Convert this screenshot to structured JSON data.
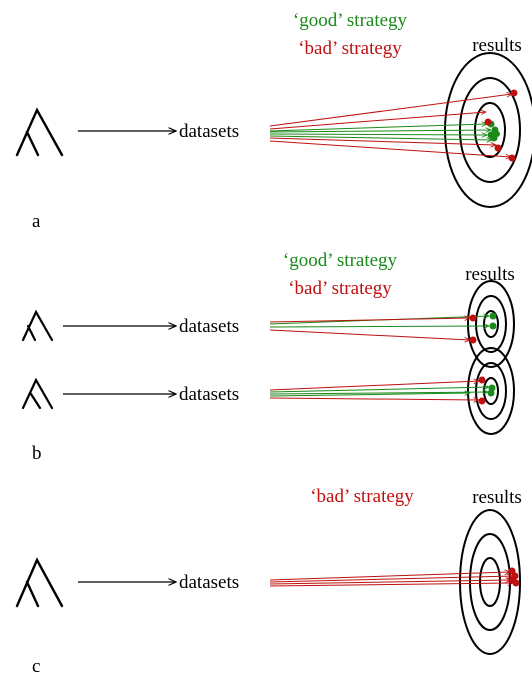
{
  "panels": [
    {
      "id": "a",
      "panel_label": "a",
      "good_label": "‘good’ strategy",
      "bad_label": "‘bad’ strategy",
      "results_label": "results",
      "rows": [
        {
          "datasets_label": "datasets"
        }
      ]
    },
    {
      "id": "b",
      "panel_label": "b",
      "good_label": "‘good’ strategy",
      "bad_label": "‘bad’ strategy",
      "results_label": "results",
      "rows": [
        {
          "datasets_label": "datasets"
        },
        {
          "datasets_label": "datasets"
        }
      ]
    },
    {
      "id": "c",
      "panel_label": "c",
      "bad_label": "‘bad’ strategy",
      "results_label": "results",
      "rows": [
        {
          "datasets_label": "datasets"
        }
      ]
    }
  ],
  "colors": {
    "good": "#1a8a1a",
    "bad": "#c01010",
    "ink": "#000000"
  }
}
